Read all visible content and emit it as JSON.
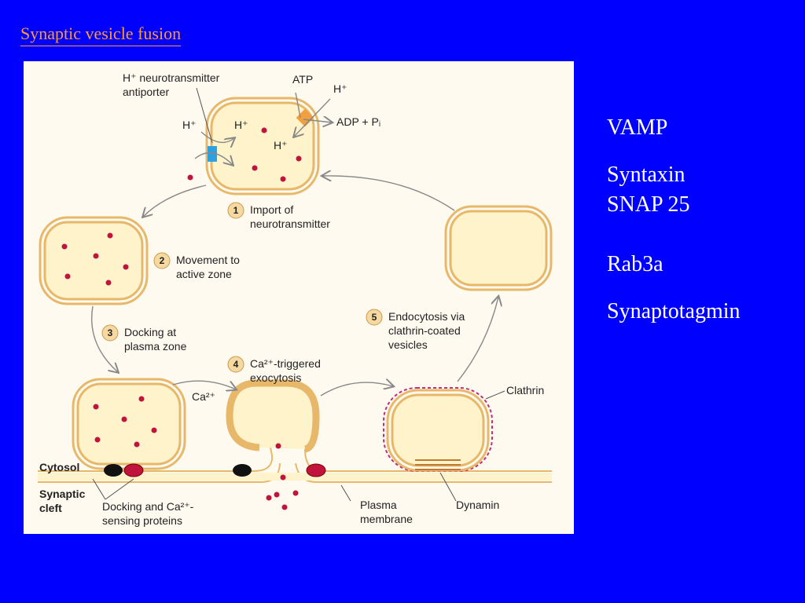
{
  "title": "Synaptic vesicle fusion",
  "terms": [
    "VAMP",
    "Syntaxin",
    "SNAP 25",
    "Rab3a",
    "Synaptotagmin"
  ],
  "diagram": {
    "antiporter_line1": "H⁺ neurotransmitter",
    "antiporter_line2": "antiporter",
    "atp": "ATP",
    "h_plus": "H⁺",
    "adp_pi": "ADP + Pᵢ",
    "ca2": "Ca²⁺",
    "steps": [
      {
        "num": "1",
        "line1": "Import of",
        "line2": "neurotransmitter"
      },
      {
        "num": "2",
        "line1": "Movement to",
        "line2": "active zone"
      },
      {
        "num": "3",
        "line1": "Docking at",
        "line2": "plasma zone"
      },
      {
        "num": "4",
        "line1": "Ca²⁺-triggered",
        "line2": "exocytosis"
      },
      {
        "num": "5",
        "line1": "Endocytosis via",
        "line2": "clathrin-coated",
        "line3": "vesicles"
      }
    ],
    "clathrin": "Clathrin",
    "cytosol": "Cytosol",
    "synaptic_cleft_1": "Synaptic",
    "synaptic_cleft_2": "cleft",
    "docking_1": "Docking and Ca²⁺-",
    "docking_2": "sensing proteins",
    "plasma_1": "Plasma",
    "plasma_2": "membrane",
    "dynamin": "Dynamin"
  },
  "colors": {
    "background": "#0000ff",
    "title": "#ff9933",
    "vesicle_fill": "#fff3cc",
    "vesicle_stroke": "#e8b86a",
    "dot": "#c0143c",
    "clathrin": "#c0307a",
    "antiporter": "#2ea0e0",
    "atpase": "#f0a040"
  }
}
